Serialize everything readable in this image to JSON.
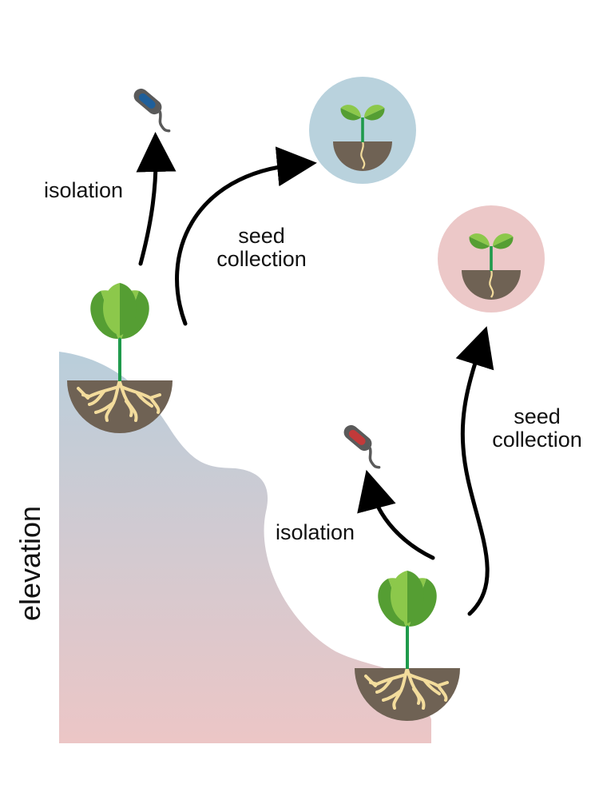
{
  "labels": {
    "elevation": "elevation",
    "isolation_high": "isolation",
    "isolation_low": "isolation",
    "seed_collection_high": [
      "seed",
      "collection"
    ],
    "seed_collection_low": [
      "seed",
      "collection"
    ]
  },
  "colors": {
    "terrain_top": "#b9cedb",
    "terrain_bottom": "#ecc6c6",
    "circle_high": "#b9d2dd",
    "circle_low": "#ecc8c8",
    "soil": "#6f6254",
    "root": "#f3dc9c",
    "stem": "#1f9a4c",
    "leaf_dark": "#559e33",
    "leaf_light": "#8cc84b",
    "arrow": "#000000",
    "microbe_body": "#5a5a5a",
    "microbe_high": "#1f5f9a",
    "microbe_low": "#c23a3a"
  },
  "icons": {
    "high_plant": "plant-icon",
    "low_plant": "plant-icon",
    "high_microbe": "bacterium-icon",
    "low_microbe": "bacterium-icon",
    "high_seedling": "seedling-icon",
    "low_seedling": "seedling-icon"
  }
}
